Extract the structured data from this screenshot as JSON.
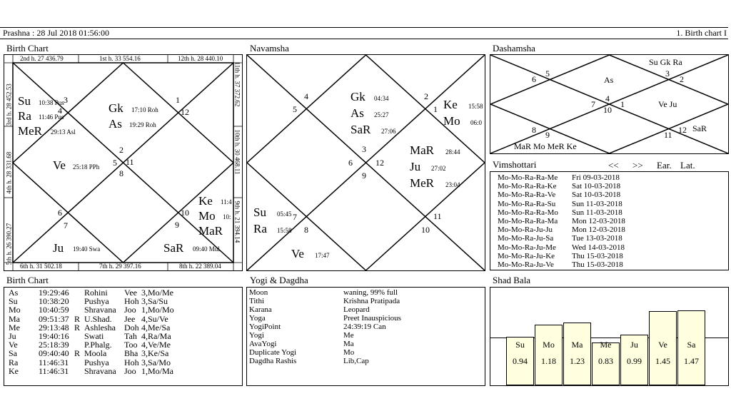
{
  "header": {
    "left": "Prashna :   28 Jul 2018  01:56:00",
    "right": "1. Birth chart I"
  },
  "birth_chart": {
    "title": "Birth Chart",
    "house_labels": {
      "h2": "2nd h.  27  436.79",
      "h1": "1st h.  33  554.16",
      "h12": "12th h.  28  440.10",
      "h3": "3rd h.  28  452.53",
      "h11": "11th h.  37  372.62",
      "h4": "4th h.  28  331.68",
      "h10": "10th h.  30  468.11",
      "h5": "5th h.  26  390.27",
      "h9": "9th h.  21  394.14",
      "h6": "6th h.  31  502.18",
      "h7": "7th h.  29  397.16",
      "h8": "8th h.  22  389.04"
    },
    "numbers": [
      "1",
      "2",
      "3",
      "4",
      "5",
      "6",
      "7",
      "8",
      "9",
      "10",
      "11",
      "12"
    ],
    "planets": {
      "su": "Su",
      "su_d": "10:38 Pus",
      "ra": "Ra",
      "ra_d": "11:46 Pus",
      "mer": "MeR",
      "mer_d": "29:13  Asl",
      "gk": "Gk",
      "gk_d": "17:10  Roh",
      "as": "As",
      "as_d": "19:29  Roh",
      "ve": "Ve",
      "ve_d": "25:18  PPh",
      "ke": "Ke",
      "ke_d": "11:4",
      "mo": "Mo",
      "mo_d": "10:",
      "mar": "MaR",
      "ju": "Ju",
      "ju_d": "19:40  Swa",
      "sar": "SaR",
      "sar_d": "09:40  Mul"
    }
  },
  "navamsha": {
    "title": "Navamsha",
    "numbers": [
      "1",
      "2",
      "3",
      "4",
      "5",
      "6",
      "7",
      "8",
      "9",
      "10",
      "11",
      "12"
    ],
    "planets": {
      "gk": "Gk",
      "gk_d": "04:34",
      "as": "As",
      "as_d": "25:27",
      "sar": "SaR",
      "sar_d": "27:06",
      "ke": "Ke",
      "ke_d": "15:58",
      "mo": "Mo",
      "mo_d": "06:0",
      "mar": "MaR",
      "mar_d": "28:44",
      "ju": "Ju",
      "ju_d": "27:02",
      "mer": "MeR",
      "mer_d": "23:04",
      "su": "Su",
      "su_d": "05:45",
      "ra": "Ra",
      "ra_d": "15:58",
      "ve": "Ve",
      "ve_d": "17:47"
    }
  },
  "dashamsha": {
    "title": "Dashamsha",
    "numbers": [
      "1",
      "2",
      "3",
      "4",
      "5",
      "6",
      "7",
      "8",
      "9",
      "10",
      "11",
      "12"
    ],
    "planets": {
      "su_gk_ra": "Su Gk Ra",
      "as": "As",
      "ve_ju": "Ve Ju",
      "sar": "SaR",
      "mar_mo_mer_ke": "MaR Mo MeR Ke"
    }
  },
  "vimshottari": {
    "title": "Vimshottari",
    "nav_prev": "<<",
    "nav_next": ">>",
    "ear": "Ear.",
    "lat": "Lat.",
    "rows": [
      [
        "Mo-Mo-Ra-Ra-Me",
        "Fri   09-03-2018"
      ],
      [
        "Mo-Mo-Ra-Ra-Ke",
        "Sat   10-03-2018"
      ],
      [
        "Mo-Mo-Ra-Ra-Ve",
        "Sat   10-03-2018"
      ],
      [
        "Mo-Mo-Ra-Ra-Su",
        "Sun  11-03-2018"
      ],
      [
        "Mo-Mo-Ra-Ra-Mo",
        "Sun  11-03-2018"
      ],
      [
        "Mo-Mo-Ra-Ra-Ma",
        "Mon 12-03-2018"
      ],
      [
        "Mo-Mo-Ra-Ju-Ju",
        "Mon 12-03-2018"
      ],
      [
        "Mo-Mo-Ra-Ju-Sa",
        "Tue  13-03-2018"
      ],
      [
        "Mo-Mo-Ra-Ju-Me",
        "Wed 14-03-2018"
      ],
      [
        "Mo-Mo-Ra-Ju-Ke",
        "Thu  15-03-2018"
      ],
      [
        "Mo-Mo-Ra-Ju-Ve",
        "Thu  15-03-2018"
      ]
    ]
  },
  "birth_table": {
    "title": "Birth Chart",
    "rows": [
      [
        "As",
        "19:29:46",
        "",
        "Rohini",
        "Vee",
        "3,Mo/Me"
      ],
      [
        "Su",
        "10:38:20",
        "",
        "Pushya",
        "Hoh",
        "3,Sa/Su"
      ],
      [
        "Mo",
        "10:40:59",
        "",
        "Shravana",
        "Joo",
        "1,Mo/Mo"
      ],
      [
        "Ma",
        "09:51:37",
        "R",
        "U.Shad.",
        "Jee",
        "4,Su/Ve"
      ],
      [
        "Me",
        "29:13:48",
        "R",
        "Ashlesha",
        "Doh",
        "4,Me/Sa"
      ],
      [
        "Ju",
        "19:40:16",
        "",
        "Swati",
        "Tah",
        "4,Ra/Ma"
      ],
      [
        "Ve",
        "25:18:39",
        "",
        "P.Phalg.",
        "Too",
        "4,Ve/Me"
      ],
      [
        "Sa",
        "09:40:40",
        "R",
        "Moola",
        "Bha",
        "3,Ke/Sa"
      ],
      [
        "Ra",
        "11:46:31",
        "",
        "Pushya",
        "Hoh",
        "3,Sa/Mo"
      ],
      [
        "Ke",
        "11:46:31",
        "",
        "Shravana",
        "Joo",
        "1,Mo/Ma"
      ]
    ]
  },
  "yogi": {
    "title": "Yogi & Dagdha",
    "rows": [
      [
        "Moon",
        "waning, 99% full"
      ],
      [
        "Tithi",
        "Krishna  Pratipada"
      ],
      [
        "Karana",
        "Leopard"
      ],
      [
        "Yoga",
        "Preet Inauspicious"
      ],
      [
        "YogiPoint",
        "24:39:19 Can"
      ],
      [
        "Yogi",
        "Me"
      ],
      [
        "AvaYogi",
        "Ma"
      ],
      [
        "Duplicate Yogi",
        "Mo"
      ],
      [
        "Dagdha Rashis",
        "Lib,Cap"
      ]
    ]
  },
  "shad_bala": {
    "title": "Shad Bala",
    "bars": [
      {
        "name": "Su",
        "value": "0.94",
        "num": 0.94
      },
      {
        "name": "Mo",
        "value": "1.18",
        "num": 1.18
      },
      {
        "name": "Ma",
        "value": "1.23",
        "num": 1.23
      },
      {
        "name": "Me",
        "value": "0.83",
        "num": 0.83
      },
      {
        "name": "Ju",
        "value": "0.99",
        "num": 0.99
      },
      {
        "name": "Ve",
        "value": "1.45",
        "num": 1.45
      },
      {
        "name": "Sa",
        "value": "1.47",
        "num": 1.47
      }
    ]
  }
}
